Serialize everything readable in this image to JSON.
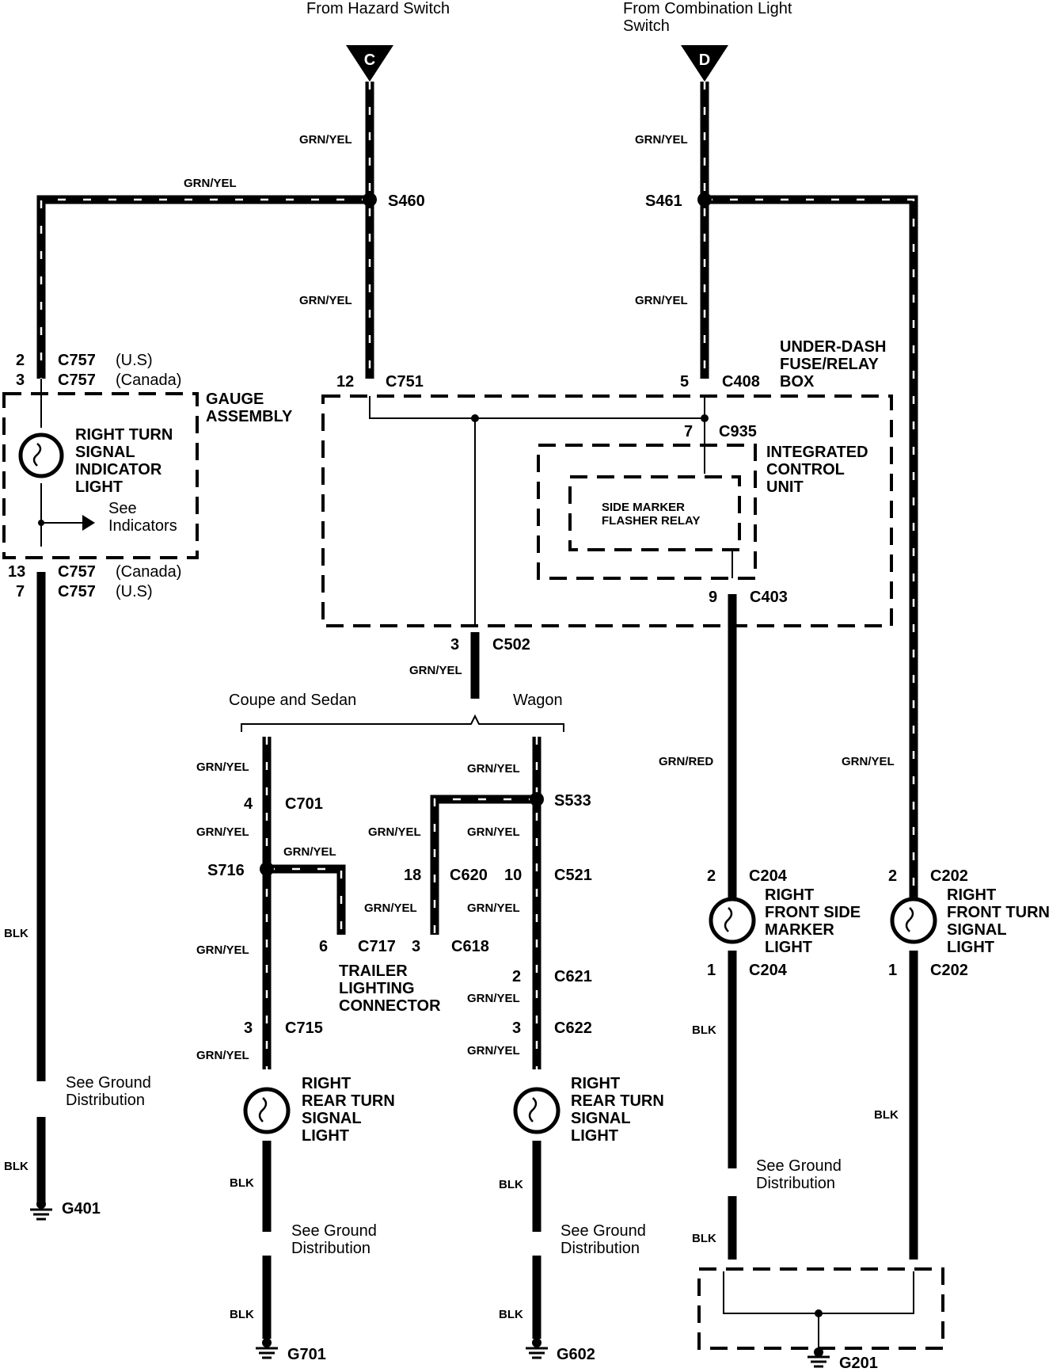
{
  "sources": {
    "hazard": "From Hazard Switch",
    "combo_line1": "From Combination Light",
    "combo_line2": "Switch",
    "c_letter": "C",
    "d_letter": "D"
  },
  "wire_colors": {
    "grn_yel": "GRN/YEL",
    "grn_red": "GRN/RED",
    "blk": "BLK"
  },
  "splices": {
    "s460": "S460",
    "s461": "S461",
    "s533": "S533",
    "s716": "S716"
  },
  "connectors": {
    "c757_pin_us_top": "2",
    "c757_pin_can_top": "3",
    "c757": "C757",
    "us": "(U.S)",
    "canada": "(Canada)",
    "c757_pin_can_bot": "13",
    "c757_pin_us_bot": "7",
    "c751_pin": "12",
    "c751": "C751",
    "c408_pin": "5",
    "c408": "C408",
    "c935_pin": "7",
    "c935": "C935",
    "c403_pin": "9",
    "c403": "C403",
    "c502_pin": "3",
    "c502": "C502",
    "c701_pin": "4",
    "c701": "C701",
    "c717_pin": "6",
    "c717": "C717",
    "c620_pin": "18",
    "c620": "C620",
    "c618_pin": "3",
    "c618": "C618",
    "c521_pin": "10",
    "c521": "C521",
    "c621_pin": "2",
    "c621": "C621",
    "c622_pin": "3",
    "c622": "C622",
    "c715_pin": "3",
    "c715": "C715",
    "c204_pin_top": "2",
    "c204_pin_bot": "1",
    "c204": "C204",
    "c202_pin_top": "2",
    "c202_pin_bot": "1",
    "c202": "C202"
  },
  "components": {
    "gauge_line1": "GAUGE",
    "gauge_line2": "ASSEMBLY",
    "indicator_line1": "RIGHT TURN",
    "indicator_line2": "SIGNAL",
    "indicator_line3": "INDICATOR",
    "indicator_line4": "LIGHT",
    "see_line1": "See",
    "see_line2": "Indicators",
    "fuse_line1": "UNDER-DASH",
    "fuse_line2": "FUSE/RELAY",
    "fuse_line3": "BOX",
    "icu_line1": "INTEGRATED",
    "icu_line2": "CONTROL",
    "icu_line3": "UNIT",
    "relay_line1": "SIDE MARKER",
    "relay_line2": "FLASHER RELAY",
    "coupe_sedan": "Coupe and Sedan",
    "wagon": "Wagon",
    "trailer_line1": "TRAILER",
    "trailer_line2": "LIGHTING",
    "trailer_line3": "CONNECTOR",
    "rear_line1": "RIGHT",
    "rear_line2": "REAR TURN",
    "rear_line3": "SIGNAL",
    "rear_line4": "LIGHT",
    "marker_line1": "RIGHT",
    "marker_line2": "FRONT SIDE",
    "marker_line3": "MARKER",
    "marker_line4": "LIGHT",
    "fturn_line1": "RIGHT",
    "fturn_line2": "FRONT TURN",
    "fturn_line3": "SIGNAL",
    "fturn_line4": "LIGHT",
    "ground_line1": "See Ground",
    "ground_line2": "Distribution"
  },
  "grounds": {
    "g401": "G401",
    "g701": "G701",
    "g602": "G602",
    "g201": "G201"
  }
}
